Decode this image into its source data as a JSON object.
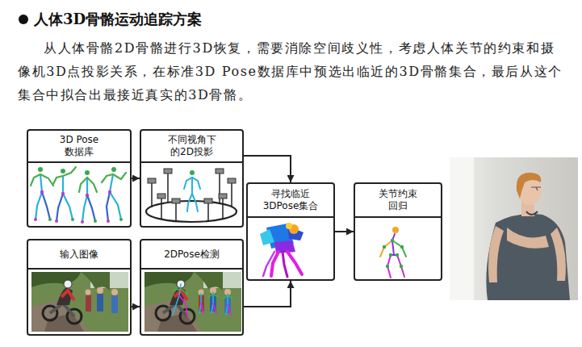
{
  "diagram": {
    "title": "人体3D骨骼运动追踪方案",
    "nodes": [
      {
        "text": [
          "3D Pose 数据库"
        ]
      },
      {
        "text": [
          "不同视角下 的2D投影"
        ]
      },
      {
        "text": [
          "寻找临近 3DPose集合"
        ]
      },
      {
        "text": [
          "关节约束 回归"
        ]
      },
      {
        "text": [
          "输入图像"
        ]
      },
      {
        "text": [
          "2DPose检测"
        ]
      }
    ],
    "edges": [
      {
        "from": 0,
        "to": 1,
        "arrow": "to"
      },
      {
        "from": 1,
        "to": 2,
        "arrow": "to"
      },
      {
        "from": 4,
        "to": 5,
        "arrow": "to"
      },
      {
        "from": 5,
        "to": 2,
        "arrow": "to"
      },
      {
        "from": 2,
        "to": 3,
        "arrow": "to"
      }
    ],
    "labels": [
      "从人体骨骼2D骨骼进行3D恢复，需要消除空间歧义性，考虑人体关节的约束和摄像机3D点投影关系，在标准3D Pose数据库中预选出临近的3D骨骼集合，最后从这个集合中拟合出最接近真实的3D骨骼。"
    ]
  }
}
